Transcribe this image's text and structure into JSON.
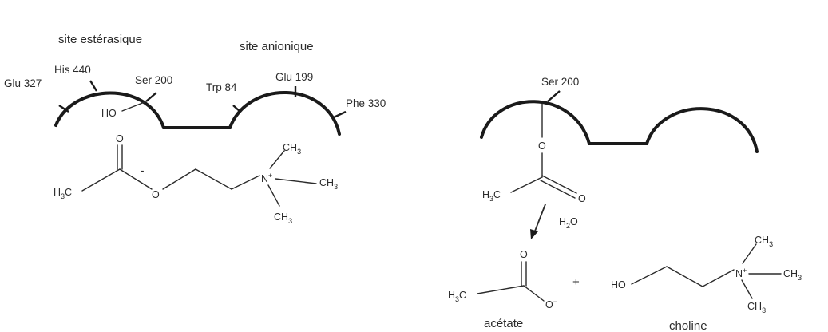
{
  "left": {
    "site_esterasique": "site estérasique",
    "site_anionique": "site anionique",
    "glu327": "Glu 327",
    "his440": "His 440",
    "ser200": "Ser 200",
    "trp84": "Trp 84",
    "glu199": "Glu 199",
    "phe330": "Phe 330",
    "ho": "HO",
    "o_carbonyl": "O",
    "o_ester": "O",
    "minus": "-",
    "h3c": {
      "main": "H",
      "sub": "3",
      "tail": "C"
    },
    "n": {
      "main": "N",
      "sup": "+"
    },
    "ch3_top": {
      "main": "CH",
      "sub": "3"
    },
    "ch3_right": {
      "main": "CH",
      "sub": "3"
    },
    "ch3_bottom": {
      "main": "CH",
      "sub": "3"
    }
  },
  "right": {
    "ser200": "Ser 200",
    "o_link": "O",
    "o_carbonyl": "O",
    "h3c": {
      "main": "H",
      "sub": "3",
      "tail": "C"
    },
    "h2o": {
      "main": "H",
      "sub": "2",
      "tail": "O"
    }
  },
  "products": {
    "plus": "+",
    "acetate": {
      "label": "acétate",
      "o_top": "O",
      "o_minus": {
        "main": "O",
        "sup": "−"
      },
      "h3c": {
        "main": "H",
        "sub": "3",
        "tail": "C"
      }
    },
    "choline": {
      "label": "choline",
      "ho": "HO",
      "n": {
        "main": "N",
        "sup": "+"
      },
      "ch3_top": {
        "main": "CH",
        "sub": "3"
      },
      "ch3_right": {
        "main": "CH",
        "sub": "3"
      },
      "ch3_bottom": {
        "main": "CH",
        "sub": "3"
      }
    }
  }
}
